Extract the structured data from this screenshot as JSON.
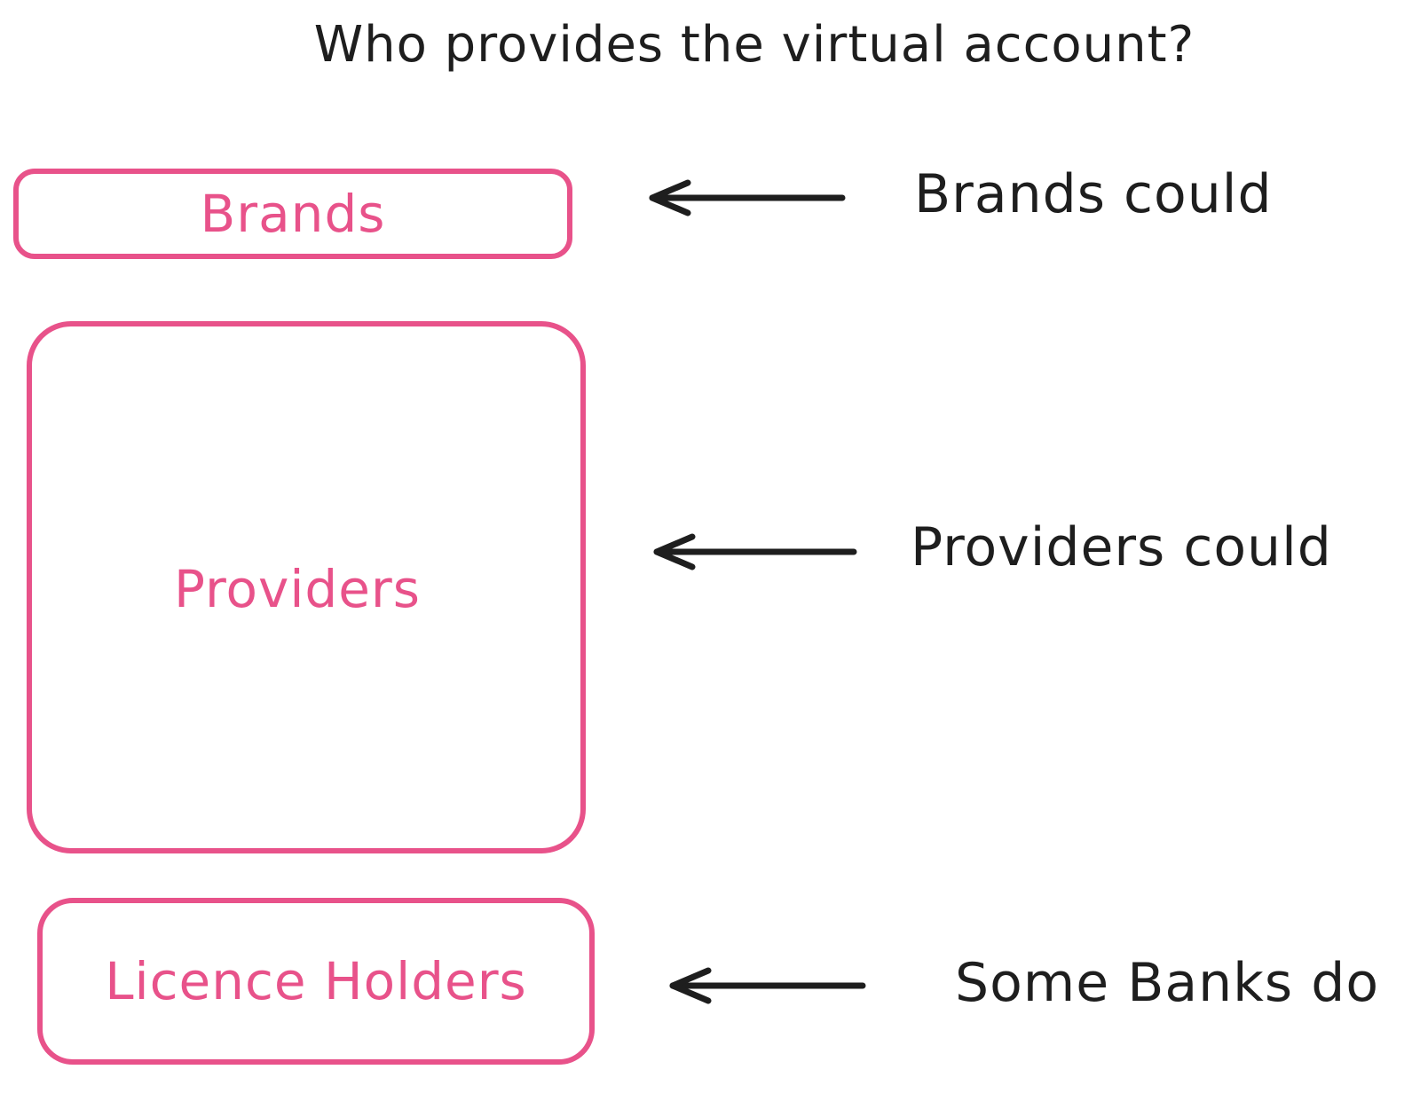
{
  "title": "Who provides the virtual account?",
  "colors": {
    "box_stroke": "#e8528a",
    "box_text": "#e8528a",
    "ink": "#1e1e1e"
  },
  "layers": [
    {
      "label": "Brands",
      "note": "Brands could"
    },
    {
      "label": "Providers",
      "note": "Providers could"
    },
    {
      "label": "Licence Holders",
      "note": "Some Banks do"
    }
  ],
  "icons": {
    "arrow": "arrow-left-icon"
  }
}
